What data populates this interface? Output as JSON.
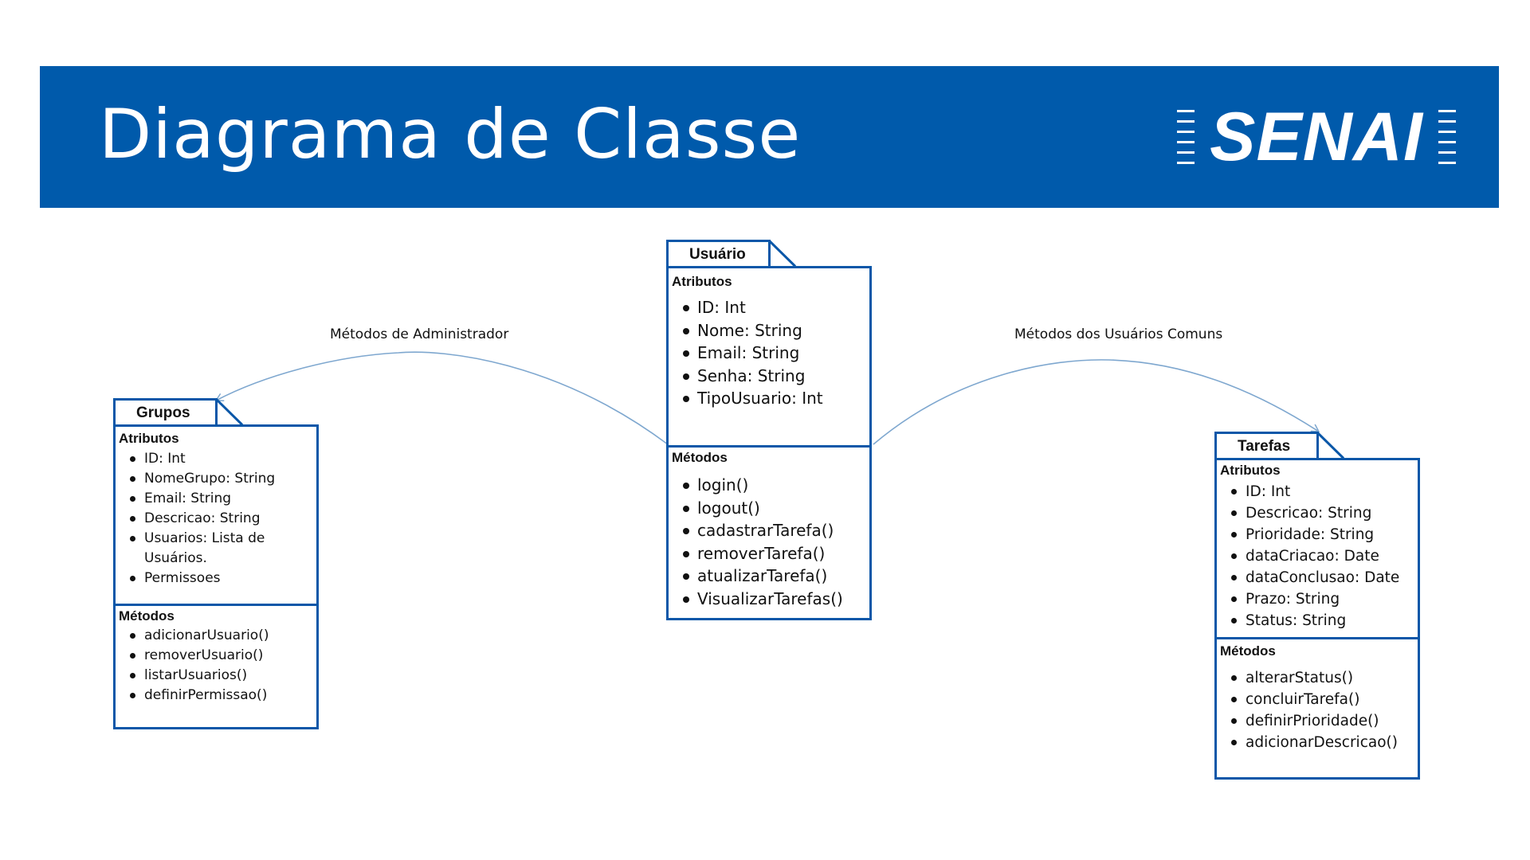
{
  "header": {
    "title": "Diagrama de Classe",
    "logo_text": "SENAI"
  },
  "colors": {
    "header_bg": "#005aab",
    "box_border": "#0a57a8",
    "connector": "#7ea7cf"
  },
  "connectors": [
    {
      "label": "Métodos de Administrador",
      "from": "Usuário",
      "to": "Grupos"
    },
    {
      "label": "Métodos dos Usuários Comuns",
      "from": "Usuário",
      "to": "Tarefas"
    }
  ],
  "classes": {
    "usuario": {
      "name": "Usuário",
      "attributes_title": "Atributos",
      "attributes": [
        "ID: Int",
        "Nome: String",
        "Email: String",
        "Senha: String",
        "TipoUsuario: Int"
      ],
      "methods_title": "Métodos",
      "methods": [
        "login()",
        "logout()",
        "cadastrarTarefa()",
        "removerTarefa()",
        "atualizarTarefa()",
        "VisualizarTarefas()"
      ]
    },
    "grupos": {
      "name": "Grupos",
      "attributes_title": "Atributos",
      "attributes": [
        "ID: Int",
        "NomeGrupo: String",
        "Email: String",
        "Descricao: String",
        "Usuarios: Lista de\nUsuários.",
        "Permissoes"
      ],
      "methods_title": "Métodos",
      "methods": [
        "adicionarUsuario()",
        "removerUsuario()",
        "listarUsuarios()",
        "definirPermissao()"
      ]
    },
    "tarefas": {
      "name": "Tarefas",
      "attributes_title": "Atributos",
      "attributes": [
        "ID: Int",
        "Descricao: String",
        "Prioridade: String",
        "dataCriacao: Date",
        "dataConclusao: Date",
        "Prazo: String",
        "Status: String"
      ],
      "methods_title": "Métodos",
      "methods": [
        "alterarStatus()",
        "concluirTarefa()",
        "definirPrioridade()",
        "adicionarDescricao()"
      ]
    }
  }
}
